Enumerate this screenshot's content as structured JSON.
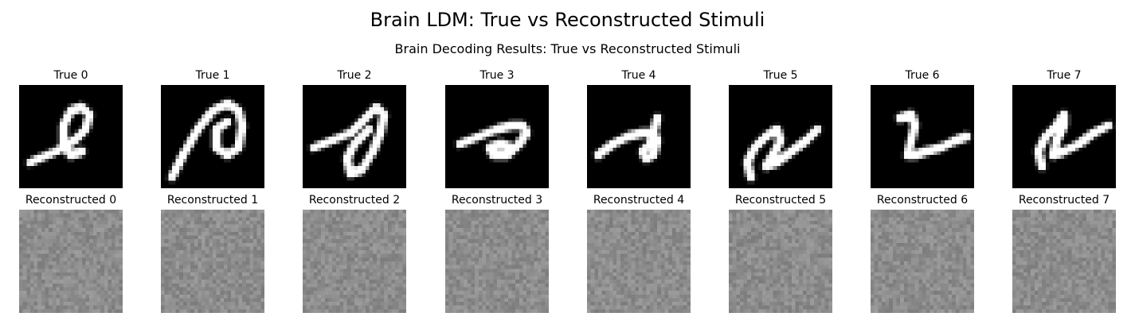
{
  "figure": {
    "title": "Brain LDM: True vs Reconstructed Stimuli",
    "subtitle": "Brain Decoding Results: True vs Reconstructed Stimuli"
  },
  "true_row": [
    {
      "label": "True 0"
    },
    {
      "label": "True 1"
    },
    {
      "label": "True 2"
    },
    {
      "label": "True 3"
    },
    {
      "label": "True 4"
    },
    {
      "label": "True 5"
    },
    {
      "label": "True 6"
    },
    {
      "label": "True 7"
    }
  ],
  "reconstructed_row": [
    {
      "label": "Reconstructed 0"
    },
    {
      "label": "Reconstructed 1"
    },
    {
      "label": "Reconstructed 2"
    },
    {
      "label": "Reconstructed 3"
    },
    {
      "label": "Reconstructed 4"
    },
    {
      "label": "Reconstructed 5"
    },
    {
      "label": "Reconstructed 6"
    },
    {
      "label": "Reconstructed 7"
    }
  ],
  "colors": {
    "stimulus_background": "#000000",
    "stimulus_stroke": "#ffffff",
    "reconstruction_gray": "#8c8c8c"
  }
}
